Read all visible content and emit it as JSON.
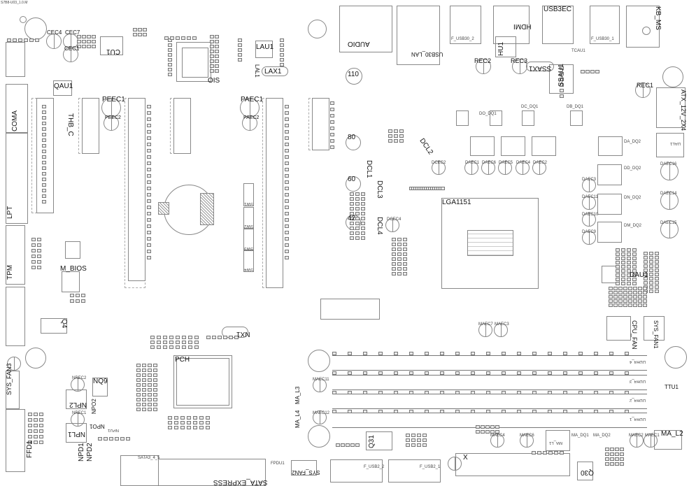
{
  "board_id": "S7B8-U03_1.0.M",
  "labels": {
    "cec4": "CEC4",
    "cec7": "CEC7",
    "cec1": "CEC1",
    "cu1": "CU1",
    "lau1": "LAU1",
    "lal1": "LAL1",
    "lax1": "LAX1",
    "ois": "OIS",
    "qau1": "QAU1",
    "peec1": "PEEC1",
    "peec2": "PEEC2",
    "paec1": "PAEC1",
    "paec2": "PAEC2",
    "coma": "COMA",
    "thb_c": "THB_C",
    "lpt": "LPT",
    "tpm": "TPM",
    "m_bios": "M_BIOS",
    "q4": "Q4",
    "nx1": "NX1",
    "pch": "PCH",
    "nq9": "NQ9",
    "npl2": "NPL2",
    "npl1": "NPL1",
    "npo1": "NPO1",
    "npo2": "NPO2",
    "npd1": "NPD1",
    "npd2": "NPD2",
    "ffd1": "FFD1",
    "sys_fan3": "SYS_FAN3",
    "nrec2": "NREC2",
    "nrec1": "NREC1",
    "npu1": "NPU1",
    "sata3_4_5": "SATA3_4_5",
    "sata_express": "SATA_EXPRESS",
    "sys_fan2": "SYS_FAN2",
    "ma_l3": "MA_L3",
    "ma_l4": "MA_L4",
    "maec11": "MAEC11",
    "maec12": "MAEC12",
    "audio": "AUDIO",
    "usb30_lan": "USB30_LAN",
    "hdmi": "HDMI",
    "usb3ec": "USB3EC",
    "kb_ms": "KB_MS",
    "hu1": "HU1",
    "rec2": "REC2",
    "rec3": "REC3",
    "ssax1": "SSAX1",
    "ssau1": "SSAU1",
    "tcau1": "TCAU1",
    "rec1": "REC1",
    "atx_12v_2x4": "ATX_12V_2X4",
    "h110": "110",
    "h80": "80",
    "h60": "60",
    "h42": "42",
    "dcl1": "DCL1",
    "dcl2": "DCL2",
    "dcl3": "DCL3",
    "dcl4": "DCL4",
    "dcec2": "DCEC2",
    "dcec4": "DCEC4",
    "daec1": "DAEC1",
    "daec6": "DAEC6",
    "daec5": "DAEC5",
    "daec4": "DAEC4",
    "daec2": "DAEC2",
    "daec16": "DAEC16",
    "daec3": "DAEC3",
    "daec14": "DAEC14",
    "daec11": "DAEC11",
    "daec10": "DAEC10",
    "daec15": "DAEC15",
    "daec9": "DAEC9",
    "lga1151": "LGA1151",
    "dau1": "DAU1",
    "cpu_fan": "CPU_FAN",
    "sys_fan1": "SYS_FAN1",
    "maec7": "MAEC7",
    "maec3": "MAEC3",
    "ttu1": "TTU1",
    "ma_l2": "MA_L2",
    "q31": "Q31",
    "maec4": "MAEC4",
    "maec6": "MAEC6",
    "maec2": "MAEC2",
    "maec1": "MAEC1",
    "q30": "Q30",
    "x": "X",
    "sw1": "SW1",
    "sw2": "SW2",
    "sw3": "SW3",
    "sw4": "SW4",
    "ma_dq1": "MA_DQ1",
    "ma_dq2": "MA_DQ2",
    "ma_l1": "MA_L1",
    "do_dq1": "DO_DQ1",
    "dc_dq1": "DC_DQ1",
    "db_dq1": "DB_DQ1",
    "da_dq2": "DA_DQ2",
    "dd_dq2": "DD_DQ2",
    "dn_dq2": "DN_DQ2",
    "dm_dq2": "DM_DQ2",
    "dal1": "DAL1",
    "f_usb3_2": "F_USB30_2",
    "f_usb3_1": "F_USB30_1",
    "ddr4_1": "DDR4_1",
    "ddr4_2": "DDR4_2",
    "ddr4_3": "DDR4_3",
    "ddr4_4": "DDR4_4",
    "f_usb2_1": "F_USB2_1",
    "f_usb2_2": "F_USB2_2",
    "fpdu1": "FPDU1"
  }
}
